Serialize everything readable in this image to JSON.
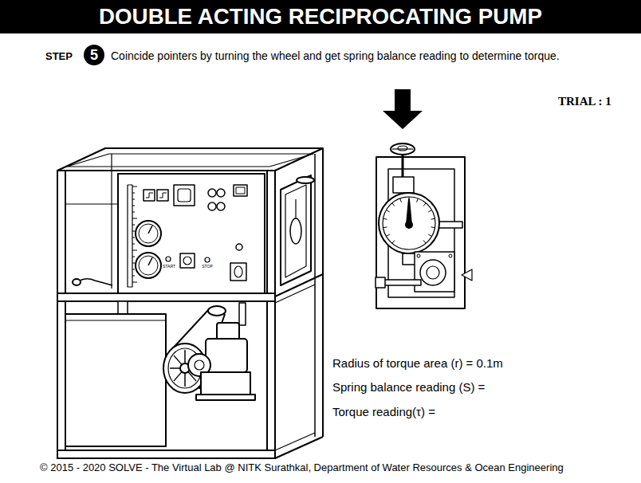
{
  "diagram": {
    "title": "DOUBLE ACTING RECIPROCATING PUMP",
    "caption": "© 2015 - 2020 SOLVE - The Virtual Lab @ NITK Surathkal, Department of Water Resources & Ocean Engineering",
    "nodes": [
      {
        "text": [
          "5"
        ]
      }
    ],
    "labels": [
      "STEP",
      "Coincide pointers by turning the wheel and get spring balance reading to determine torque.",
      "TRIAL : 1",
      "START",
      "STOP",
      "Radius of torque area (r) = 0.1m",
      "Spring balance reading (S) =",
      "Torque reading(τ) ="
    ]
  }
}
